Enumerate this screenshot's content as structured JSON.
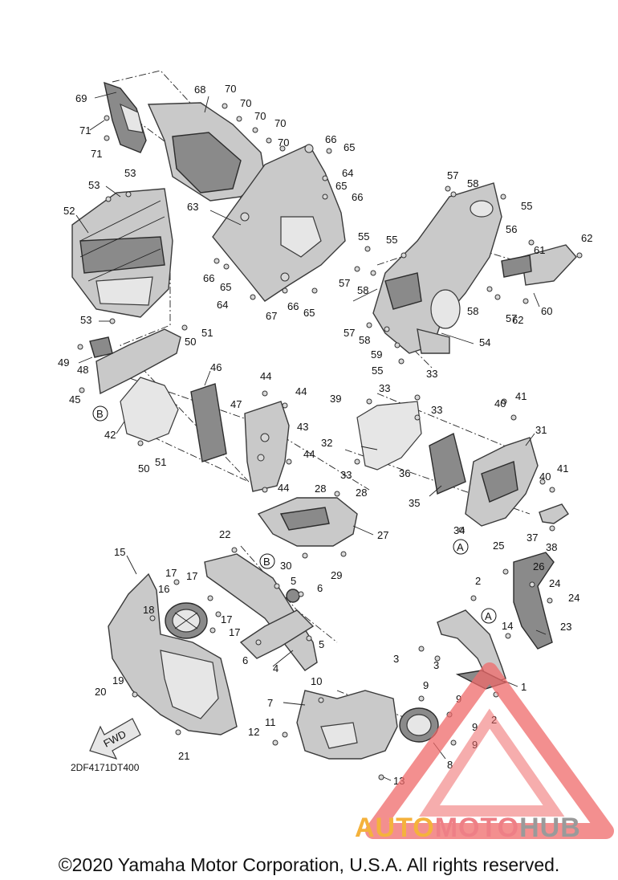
{
  "diagram": {
    "code": "2DF4171DT400",
    "copyright": "©2020 Yamaha Motor Corporation, U.S.A. All rights reserved.",
    "fwd_label": "FWD",
    "ref_markers": [
      "A",
      "B"
    ],
    "callouts": [
      "1",
      "2",
      "3",
      "4",
      "5",
      "6",
      "7",
      "8",
      "9",
      "10",
      "11",
      "12",
      "13",
      "14",
      "15",
      "16",
      "17",
      "18",
      "19",
      "20",
      "21",
      "22",
      "23",
      "24",
      "25",
      "26",
      "27",
      "28",
      "29",
      "30",
      "31",
      "32",
      "33",
      "34",
      "35",
      "36",
      "37",
      "38",
      "39",
      "40",
      "41",
      "42",
      "43",
      "44",
      "45",
      "46",
      "47",
      "48",
      "49",
      "50",
      "51",
      "52",
      "53",
      "54",
      "55",
      "56",
      "57",
      "58",
      "59",
      "60",
      "61",
      "62",
      "63",
      "64",
      "65",
      "66",
      "67",
      "68",
      "69",
      "70",
      "71"
    ]
  },
  "watermark": {
    "brand_parts": [
      "AUTO",
      "MOTO",
      "HUB"
    ],
    "colors": {
      "auto": "#f4b23c",
      "moto": "#ee7f86",
      "hub": "#9a9a9a",
      "triangle": "#ef6a6a"
    }
  }
}
